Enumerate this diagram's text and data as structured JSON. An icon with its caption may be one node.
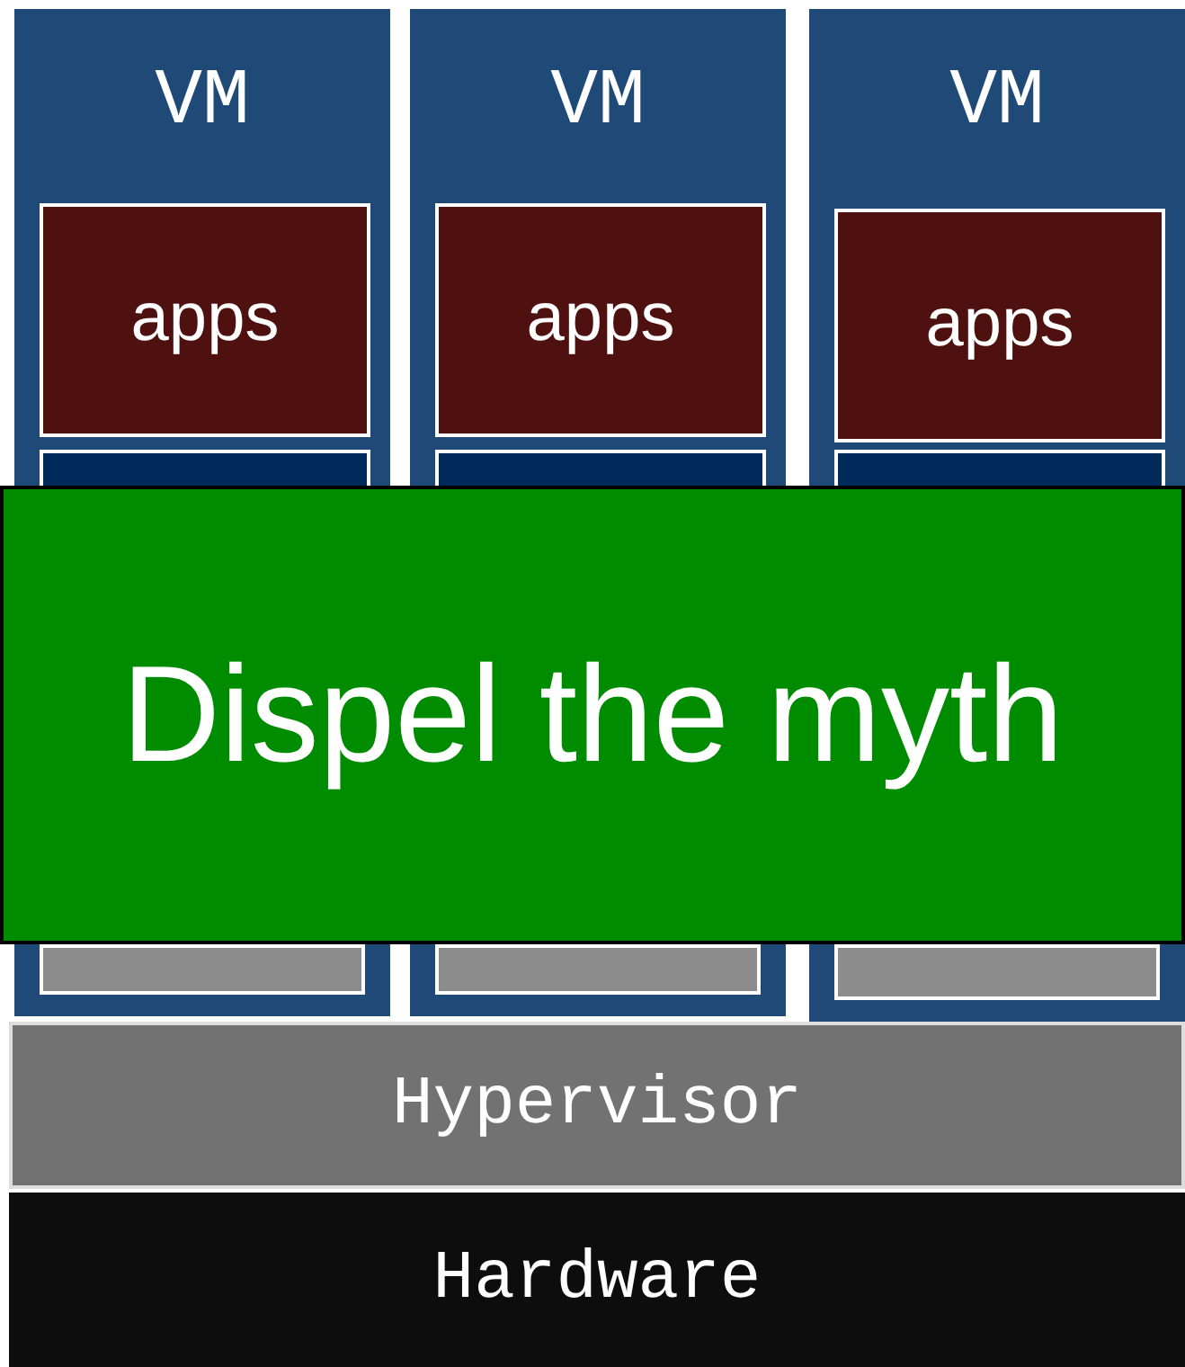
{
  "diagram": {
    "nodes": [
      {
        "text": [
          "VM"
        ]
      },
      {
        "text": [
          "apps"
        ],
        "in": 0
      },
      {
        "text": [],
        "shape": "box",
        "in": 0
      },
      {
        "text": [],
        "shape": "box"
      },
      {
        "text": [
          "VM"
        ]
      },
      {
        "text": [
          "apps"
        ],
        "in": 4
      },
      {
        "text": [],
        "shape": "box",
        "in": 4
      },
      {
        "text": [],
        "shape": "box"
      },
      {
        "text": [
          "VM"
        ]
      },
      {
        "text": [
          "apps"
        ],
        "in": 8
      },
      {
        "text": [],
        "shape": "box",
        "in": 8
      },
      {
        "text": [],
        "shape": "box"
      },
      {
        "text": [
          "Dispel the myth"
        ]
      },
      {
        "text": [
          "Hypervisor"
        ]
      },
      {
        "text": [
          "Hardware"
        ]
      }
    ]
  }
}
